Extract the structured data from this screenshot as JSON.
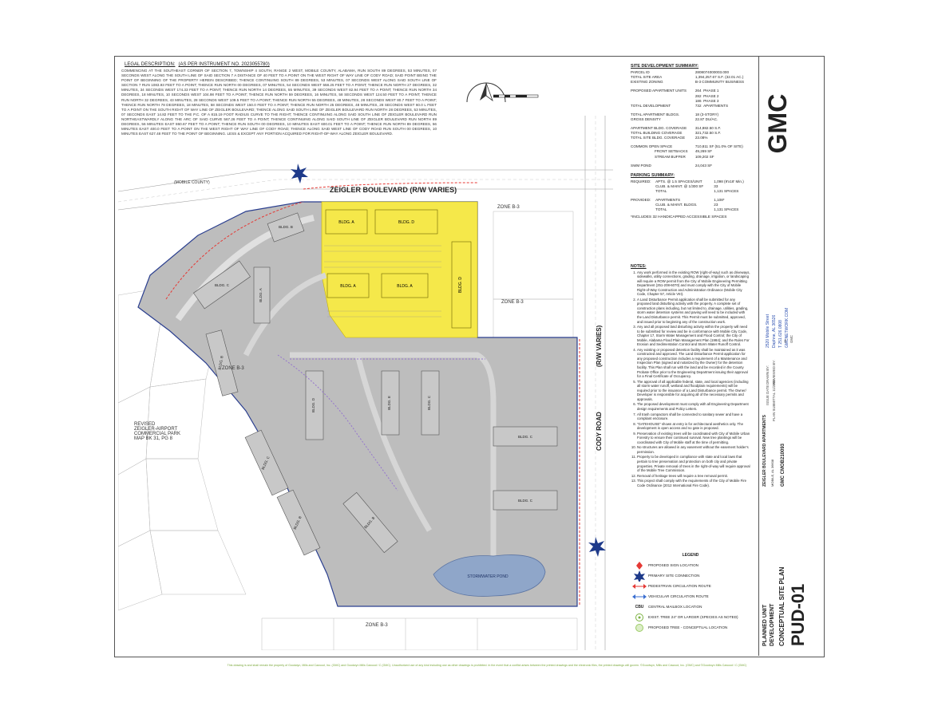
{
  "legal": {
    "title": "LEGAL DESCRIPTION:",
    "instrument": "(AS PER INSTRUMENT NO. 2023055780)",
    "body": "COMMENCING AT THE SOUTHEAST CORNER OF SECTION 7, TOWNSHIP 4 SOUTH, RANGE 2 WEST, MOBILE COUNTY, ALABAMA, RUN SOUTH 89 DEGREES, 53 MINUTES, 07 SECONDS WEST ALONG THE SOUTH LINE OF SAID SECTION 7 A DISTANCE OF 40 FEET TO A POINT ON THE WEST RIGHT OF WAY LINE OF CODY ROAD; SAID POINT BEING THE POINT OF BEGINNING OF THE PROPERTY HEREIN DESCRIBED; THENCE CONTINUING SOUTH 89 DEGREES, 53 MINUTES, 07 SECONDS WEST ALONG SAID SOUTH LINE OF SECTION 7 RUN 1083.93 FEET TO A POINT; THENCE RUN NORTH 00 DEGREES, 07 MINUTES, 54 SECONDS WEST 558.25 FEET TO A POINT; THENCE RUN NORTH 27 DEGREES, 32 MINUTES, 34 SECONDS WEST 174.33 FEET TO A POINT; THENCE RUN NORTH 14 DEGREES, 55 MINUTES, 39 SECONDS WEST 82.94 FEET TO A POINT; THENCE RUN NORTH 34 DEGREES, 18 MINUTES, 10 SECONDS WEST 104.98 FEET TO A POINT; THENCE RUN NORTH 59 DEGREES, 16 MINUTES, 58 SECONDS WEST 124.50 FEET TO A POINT; THENCE RUN NORTH 32 DEGREES, 43 MINUTES, 28 SECONDS WEST 109.5 FEET TO A POINT; THENCE RUN NORTH 55 DEGREES, 48 MINUTES, 28 SECONDS WEST 80.7 FEET TO A POINT; THENCE RUN NORTH 78 DEGREES, 18 MINUTES, 58 SECONDS WEST 150.0 FEET TO A POINT; THENCE RUN NORTH 25 DEGREES, 48 MINUTES, 28 SECONDS WEST 60.0 L FEET TO A POINT ON THE SOUTH RIGHT OF WAY LINE OF ZEIGLER BOULEVARD; THENCE ALONG SAID SOUTH LINE OF ZEIGLER BOULEVARD RUN NORTH 28 DEGREES, 53 MINUTES, 07 SECONDS EAST 14.82 FEET TO THE P.C. OF A 815.19 FOOT RADIUS CURVE TO THE RIGHT; THENCE CONTINUING ALONG SAID SOUTH LINE OF ZEIGLER BOULEVARD RUN NORTHEASTWARDLY ALONG THE ARC OF SAID CURVE 567.26 FEET TO A POINT; THENCE CONTINUING ALONG SAID SOUTH LINE OF ZEIGLER BOULEVARD RUN NORTH 89 DEGREES, 56 MINUTES EAST 860.67 FEET TO A POINT; THENCE RUN SOUTH 00 DEGREES, 10 MINUTES EAST 600.01 FEET TO A POINT; THENCE RUN NORTH 89 DEGREES, 56 MINUTES EAST 400.0 FEET TO A POINT ON THE WEST RIGHT OF WAY LINE OF CODY ROAD; THENCE ALONG SAID WEST LINE OF CODY ROAD RUN SOUTH 00 DEGREES, 10 MINUTES EAST 627.48 FEET TO THE POINT OF BEGINNING. LESS & EXCEPT ANY PORTION ACQUIRED FOR RIGHT-OF-WAY ALONG ZEIGLER BOULEVARD."
  },
  "summary": {
    "title": "SITE DEVELOPMENT SUMMARY:",
    "rows1": [
      {
        "k": "PARCEL ID",
        "v": "2808074000003.000"
      },
      {
        "k": "TOTAL SITE AREA",
        "v": "1,394,257.67 S.F. (32.01 AC.)"
      },
      {
        "k": "EXISTING ZONING",
        "v": "B-3 COMMUNITY BUSINESS"
      }
    ],
    "units_label": "PROPOSED APARTMENT UNITS",
    "units": [
      {
        "n": "264",
        "p": "PHASE 1"
      },
      {
        "n": "282",
        "p": "PHASE 2"
      },
      {
        "n": "186",
        "p": "PHASE 3"
      }
    ],
    "total_dev": {
      "k": "TOTAL DEVELOPMENT",
      "n": "732",
      "p": "APARTMENTS"
    },
    "rows2": [
      {
        "k": "TOTAL APARTMENT BLDGS.",
        "v": "18 (3-STORY)"
      },
      {
        "k": "GROSS DENSITY",
        "v": "22.87 DU/AC."
      }
    ],
    "rows3": [
      {
        "k": "APARTMENT BLDG. COVERAGE",
        "v": "314,882.50 S.F."
      },
      {
        "k": "TOTAL BUILDING COVERAGE",
        "v": "321,732.50 S.F."
      },
      {
        "k": "TOTAL SITE BLDG. COVERAGE",
        "v": "23.08%"
      }
    ],
    "open_space": {
      "k": "COMMON OPEN SPACE",
      "v": "710,811 SF   (51.0% OF SITE)"
    },
    "setbacks": {
      "k": "FRONT SETBACKS",
      "v": "49,269 SF"
    },
    "buffer": {
      "k": "STREAM BUFFER",
      "v": "109,202 SF"
    },
    "pond": {
      "k": "SWM POND",
      "v": "24,043 SF"
    }
  },
  "parking": {
    "title": "PARKING SUMMARY:",
    "required_label": "REQUIRED:",
    "required": [
      {
        "k": "APTS. @ 1.5 SPACES/UNIT",
        "v": "1,098 (9'x18' Min.)"
      },
      {
        "k": "CLUB. & MAINT. @ 1/300 SF",
        "v": "33"
      },
      {
        "k": "TOTAL",
        "v": "1,131 SPACES"
      }
    ],
    "provided_label": "PROVIDED:",
    "provided": [
      {
        "k": "APARTMENTS",
        "v": "1,108*"
      },
      {
        "k": "CLUB. & MAINT. BLDGS.",
        "v": "23"
      },
      {
        "k": "TOTAL",
        "v": "1,131 SPACES"
      }
    ],
    "footnote": "*INCLUDES 32 HANDICAPPED ACCESSIBLE SPACES"
  },
  "notes": {
    "title": "NOTES:",
    "items": [
      "Any work performed in the existing ROW (right-of-way) such as driveways, sidewalks, utility connections, grading, drainage, irrigation, or landscaping will require a ROW permit from the City of Mobile Engineering Permitting Department (251-208-6070) and must comply with the City of Mobile Right-of-Way Construction and Administration Ordinance (Mobile City Code, Chapter 57, Article VIII).",
      "A Land Disturbance Permit application shall be submitted for any proposed land disturbing activity with the property. A complete set of construction plans including, but not limited to, drainage, utilities, grading, storm water detention systems and paving will need to be included with the Land Disturbance permit. This Permit must be submitted, approved, and issued prior to beginning any of the construction work.",
      "Any and all proposed land disturbing activity within the property will need to be submitted for review and be in conformance with Mobile City Code, Chapter 17, Storm Water Management and Flood Control; the City of Mobile, Alabama Flood Plain Management Plan (1984); and the Rules For Erosion and Sedimentation Control and Storm Water Runoff Control.",
      "Any existing or proposed detention facility shall be maintained as it was constructed and approved. The Land Disturbance Permit application for any proposed construction includes a requirement of a Maintenance and Inspection Plan (signed and notarized by the Owner) for the detention facility. This Plan shall run with the land and be recorded in the County Probate Office prior to the Engineering Department issuing their approval for a Final Certificate of Occupancy.",
      "The approval of all applicable federal, state, and local agencies (including all storm water runoff, wetland and floodplain requirements) will be required prior to the issuance of a Land Disturbance permit. The Owner/ Developer is responsible for acquiring all of the necessary permits and approvals.",
      "The proposed development must comply with all Engineering Department design requirements and Policy Letters.",
      "All trash compactors shall be connected to sanitary sewer and have a compliant enclosure.",
      "\"GATEHOUSE\" shown at entry is for architectural aesthetics only. The development is open access and no gate is proposed.",
      "Preservation of existing trees will be coordinated with City of Mobile Urban Forestry to ensure their continued survival. New tree plantings will be coordinated with City of Mobile staff at the time of permitting.",
      "No structures are allowed in any easement without the easement holder's permission.",
      "Property to be developed in compliance with state and local laws that pertain to tree preservation and protection on both city and private properties. Private removal of trees in the right-of-way will require approval of the Mobile Tree Commission.",
      "Removal of heritage trees will require a tree removal permit.",
      "This project shall comply with the requirements of the City of Mobile Fire Code Ordinance (2012 International Fire Code)."
    ]
  },
  "legend": {
    "title": "LEGEND",
    "items": [
      {
        "icon": "diamond-icon",
        "label": "PROPOSED SIGN LOCATION",
        "color": "#e53935"
      },
      {
        "icon": "star-icon",
        "label": "PRIMARY SITE CONNECTION",
        "color": "#1e3a8a"
      },
      {
        "icon": "double-arrow-red-icon",
        "label": "PEDESTRIAN CIRCULATION ROUTE",
        "color": "#e53935"
      },
      {
        "icon": "double-arrow-blue-icon",
        "label": "VEHICULAR CIRCULATION ROUTE",
        "color": "#3b6fd1"
      },
      {
        "icon": "mailbox-icon",
        "label": "CENTRAL MAILBOX LOCATION",
        "symbol": "CBU"
      },
      {
        "icon": "tree-exist-icon",
        "label": "EXIST. TREE 24\" OR LARGER (SPECIES AS NOTED)",
        "color": "#7cb342"
      },
      {
        "icon": "tree-proposed-icon",
        "label": "PROPOSED TREE - CONCEPTUAL LOCATION",
        "color": "#9ccc65"
      }
    ]
  },
  "title_block": {
    "logo": "GMC",
    "address": "2520 Mobile Street",
    "city": "Daphne, AL 36526",
    "phone": "T  251.626.0808",
    "web": "GMCNETWORK.COM",
    "issue": "ISSUE DATE",
    "plan_submittal": "PLAN SUBMITTAL  11/2023",
    "drawn": "DRAWN BY:",
    "reviewed": "REVIEWED BY:",
    "drawn_val": "AL",
    "reviewed_val": "GMC",
    "project": "ZEIGLER BOULEVARD APARTMENTS",
    "project_loc": "MOBILE, AL 36608",
    "project_no": "GMC CMOB210093",
    "sheet_type1": "PLANNED UNIT",
    "sheet_type2": "DEVELOPMENT",
    "sheet_title": "CONCEPTUAL SITE PLAN",
    "sheet_no": "PUD-01"
  },
  "map": {
    "road_north": "ZEIGLER BOULEVARD   (R/W VARIES)",
    "road_east": "CODY   ROAD",
    "road_east_rw": "(R/W VARIES)",
    "county": "(MOBILE COUNTY)",
    "zones": [
      "ZONE B-3",
      "ZONE B-3",
      "ZONE B-3",
      "ZONE B-3"
    ],
    "pond": "STORMWATER POND",
    "buildings_yellow": [
      "BLDG. A",
      "BLDG. D",
      "BLDG. A",
      "BLDG. A",
      "BLDG. D"
    ],
    "buildings_gray": [
      "BLDG. B",
      "BLDG. C",
      "BLDG. A",
      "BLDG. B",
      "BLDG. D",
      "BLDG. E",
      "BLDG. C",
      "BLDG. C",
      "BLDG. C",
      "BLDG. C",
      "BLDG. B",
      "BLDG. B"
    ],
    "revised": "REVISED\nZEIGLER-AIRPORT\nCOMMERCIAL PARK\nMAP BK 31, PG 8",
    "colors": {
      "site_fill": "#bdbdbd",
      "phase1": "#f5e84a",
      "road": "#2b3f8f",
      "pond": "#8fa6c9",
      "ped": "#e53935",
      "veh": "#3b6fd1"
    }
  },
  "footer": "This drawing is and shall remain the property of Goodwyn, Mills and Cawood, Inc. (GMC) and Goodwyn Mills Cawood / C (GMC). Unauthorized use of any kind including use as other drawings is prohibited. In the event that a conflict arises between the printed drawings and the electronic files, the printed drawings will govern. ©Goodwyn, Mills and Cawood, Inc. (GMC) and ©Goodwyn Mills Cawood / C (GMC)"
}
